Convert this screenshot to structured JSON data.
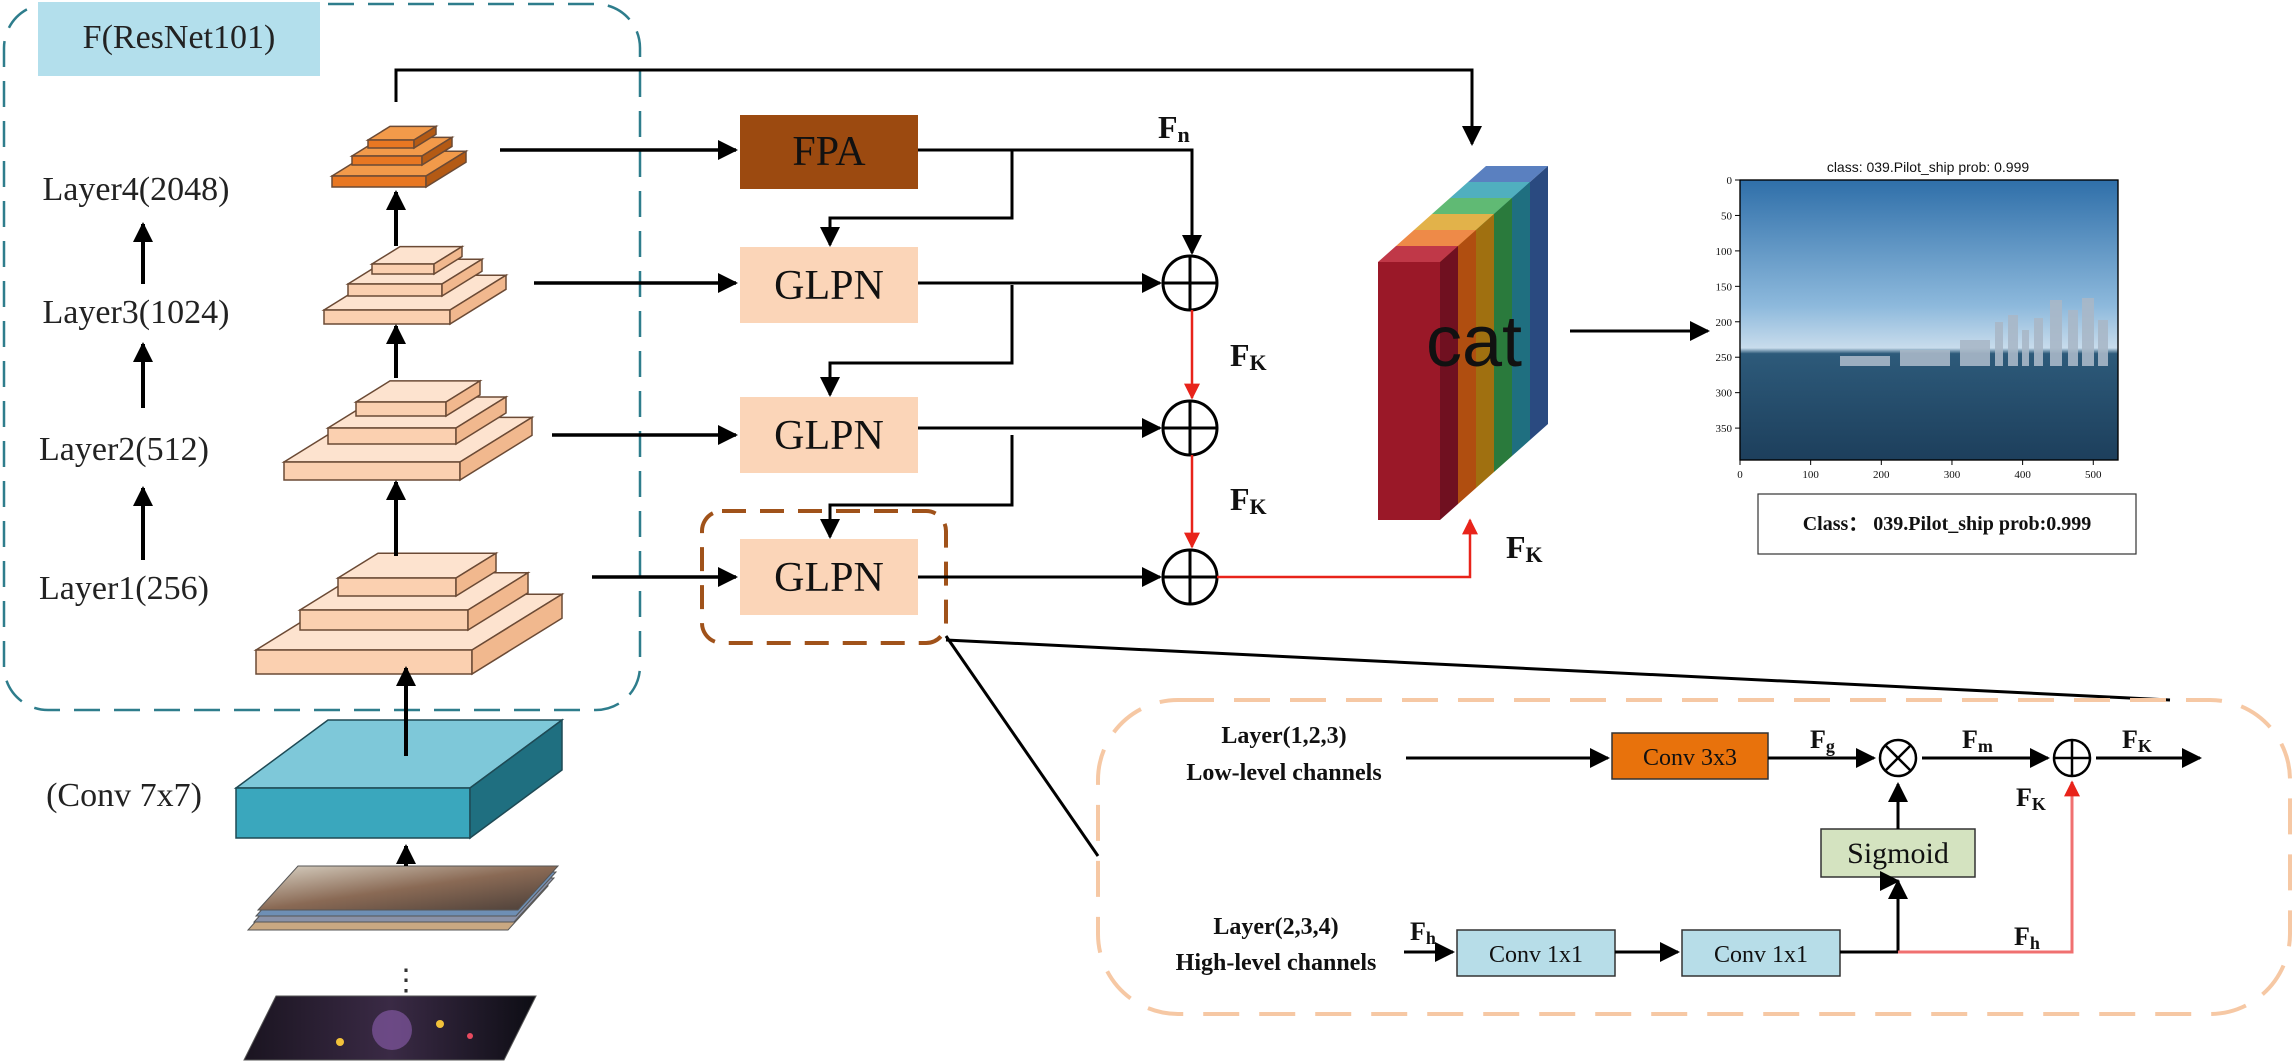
{
  "backbone": {
    "title": "F(ResNet101)",
    "layers": [
      "Layer4(2048)",
      "Layer3(1024)",
      "Layer2(512)",
      "Layer1(256)"
    ],
    "stem": "(Conv 7x7)",
    "dots": "⋮"
  },
  "modules": {
    "fpa": "FPA",
    "glpn": "GLPN",
    "cat": "cat"
  },
  "features": {
    "fn_main": "F",
    "fn_sub": "n",
    "fk_main": "F",
    "fk_sub": "K"
  },
  "output": {
    "plot_title": "class: 039.Pilot_ship   prob: 0.999",
    "y_ticks": [
      "0",
      "50",
      "100",
      "150",
      "200",
      "250",
      "300",
      "350"
    ],
    "x_ticks": [
      "0",
      "100",
      "200",
      "300",
      "400",
      "500"
    ],
    "caption": "Class： 039.Pilot_ship prob:0.999"
  },
  "detail": {
    "low_title": "Layer(1,2,3)",
    "low_sub": "Low-level channels",
    "high_title": "Layer(2,3,4)",
    "high_sub": "High-level channels",
    "conv3": "Conv 3x3",
    "conv1a": "Conv 1x1",
    "conv1b": "Conv 1x1",
    "sigmoid": "Sigmoid",
    "fg_main": "F",
    "fg_sub": "g",
    "fm_main": "F",
    "fm_sub": "m",
    "fh_main": "F",
    "fh_sub": "h",
    "fk_main": "F",
    "fk_sub": "K"
  },
  "colors": {
    "teal_dash": "#2e7d8c",
    "peach": "#fbd5b8",
    "peach_edge": "#6b4a35",
    "fpa": "#9c4a10",
    "layer4": "#e87722",
    "conv": "#5bb6cc",
    "title_box": "#b3dfec",
    "conv3x3": "#e8720c",
    "conv1x1": "#b7dde8",
    "sigmoid": "#d4e3c0",
    "detail_dash": "#f6c8a4",
    "glpn_dash": "#a0521a",
    "red": "#e8231a"
  }
}
